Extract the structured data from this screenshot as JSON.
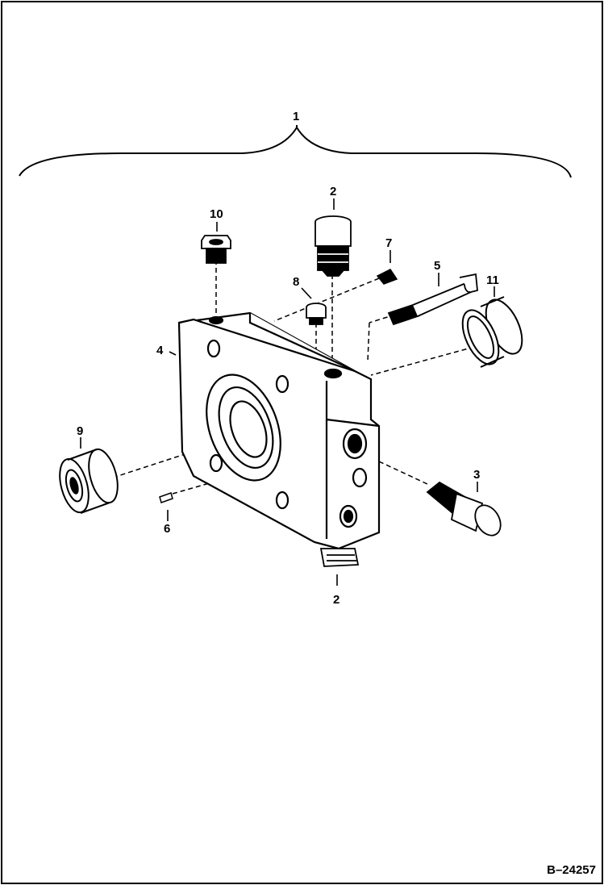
{
  "figure": {
    "id": "B–24257"
  },
  "callouts": {
    "assembly": "1",
    "cartridge_top": "2",
    "cartridge_bottom": "2",
    "relief_valve": "3",
    "housing": "4",
    "spool": "5",
    "dowel_pin": "6",
    "plug_small": "7",
    "plug_top": "8",
    "bearing": "9",
    "plug_top_left": "10",
    "seal_ring": "11"
  }
}
